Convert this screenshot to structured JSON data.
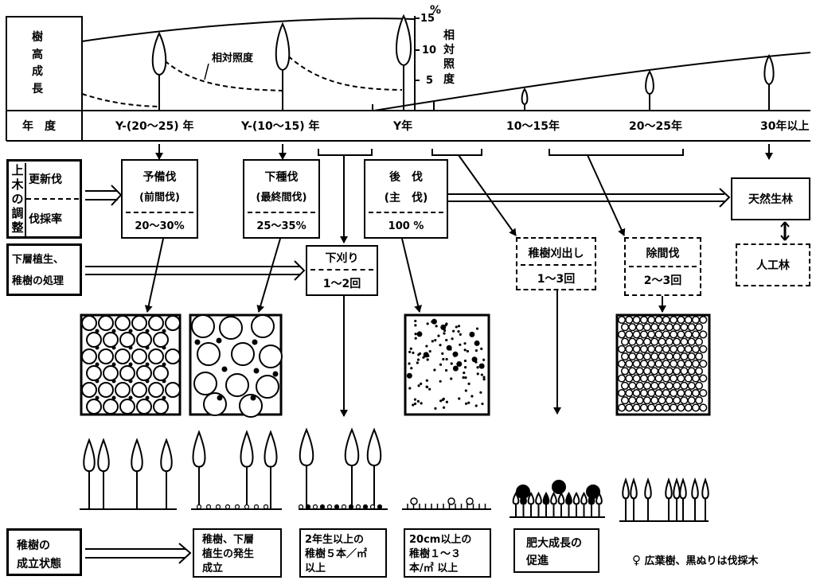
{
  "growth_panel": {
    "label_chars": [
      "樹",
      "高",
      "成",
      "長"
    ],
    "percent_unit": "%",
    "ticks": [
      "15",
      "10",
      "5"
    ],
    "right_label_chars": [
      "相",
      "対",
      "照",
      "度"
    ],
    "curve_label": "相対照度"
  },
  "year_row": {
    "label": "年　度",
    "items": [
      "Y-(20～25) 年",
      "Y-(10～15) 年",
      "Y年",
      "10～15年",
      "20～25年",
      "30年以上"
    ]
  },
  "left_boxes": {
    "upper_label_chars": [
      "上",
      "木",
      "の",
      "調",
      "整"
    ],
    "upper_item1": "更新伐",
    "upper_item2": "伐採率",
    "lower_line1": "下層植生、",
    "lower_line2": "稚樹の処理"
  },
  "ops": [
    {
      "line1": "予備伐",
      "line2": "(前間伐)",
      "rate": "20～30%"
    },
    {
      "line1": "下種伐",
      "line2": "(最終間伐)",
      "rate": "25～35%"
    },
    {
      "line1": "後　伐",
      "line2": "(主　伐)",
      "rate": "100 %"
    }
  ],
  "undercut": {
    "title": "下刈り",
    "count": "1～2回"
  },
  "tending": [
    {
      "title": "稚樹刈出し",
      "count": "1～3回"
    },
    {
      "title": "除間伐",
      "count": "2～3回"
    }
  ],
  "natural_forest": "天然生林",
  "artificial_forest": "人工林",
  "bottom": {
    "label_line1": "稚樹の",
    "label_line2": "成立状態",
    "stages": [
      [
        "稚樹、下層",
        "植生の発生",
        "成立"
      ],
      [
        "2年生以上の",
        "稚樹５本／㎡",
        "以上"
      ],
      [
        "20cm以上の",
        "稚樹１～３",
        "本/㎡ 以上"
      ],
      [
        "肥大成長の",
        "促進"
      ]
    ]
  },
  "legend": "広葉樹、黒ぬりは伐採木"
}
